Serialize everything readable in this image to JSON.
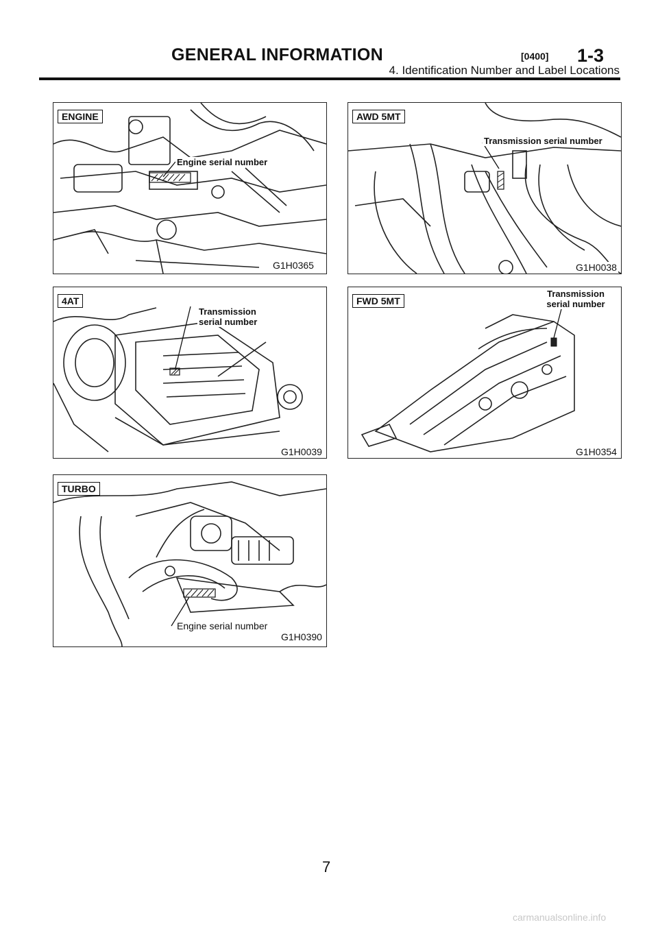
{
  "header": {
    "title": "GENERAL INFORMATION",
    "code": "[0400]",
    "page_ref": "1-3",
    "subtitle": "4. Identification Number and Label Locations"
  },
  "figures": [
    {
      "tag": "ENGINE",
      "callout": "Engine serial number",
      "fig_id": "G1H0365"
    },
    {
      "tag": "AWD 5MT",
      "callout": "Transmission serial number",
      "fig_id": "G1H0038"
    },
    {
      "tag": "4AT",
      "callout": "Transmission serial number",
      "fig_id": "G1H0039"
    },
    {
      "tag": "FWD 5MT",
      "callout": "Transmission serial number",
      "fig_id": "G1H0354"
    },
    {
      "tag": "TURBO",
      "callout": "Engine serial number",
      "fig_id": "G1H0390"
    }
  ],
  "page_number": "7",
  "footer": "carmanualsonline.info"
}
